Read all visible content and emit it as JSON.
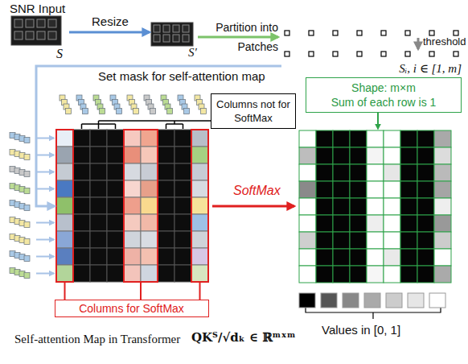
{
  "diagram": {
    "nodes": [
      {
        "text": [
          "SNR Input",
          "S"
        ]
      },
      {
        "text": [
          "S′"
        ]
      },
      {
        "text": [
          "Sᵢ, i ∈ [1, m]"
        ]
      },
      {
        "text": [
          "Columns not for SoftMax"
        ]
      },
      {
        "text": [
          "Shape: m×m",
          "Sum of each row is 1"
        ]
      },
      {
        "text": [
          "Self-attention Map in Transformer",
          "QKᵀ/√dₖ ∈ ℝᵐˣᵐ"
        ]
      },
      {
        "text": [
          "Columns for SoftMax"
        ]
      }
    ],
    "edges": [
      {
        "from": 0,
        "to": 1,
        "arrow": "to",
        "label": "Resize"
      },
      {
        "from": 2,
        "to": 5,
        "arrow": "to",
        "label": "Set mask for self-attention map"
      }
    ],
    "labels": [
      "Partition into Patches",
      "threshold",
      "SoftMax",
      "Values in [0, 1]"
    ]
  }
}
